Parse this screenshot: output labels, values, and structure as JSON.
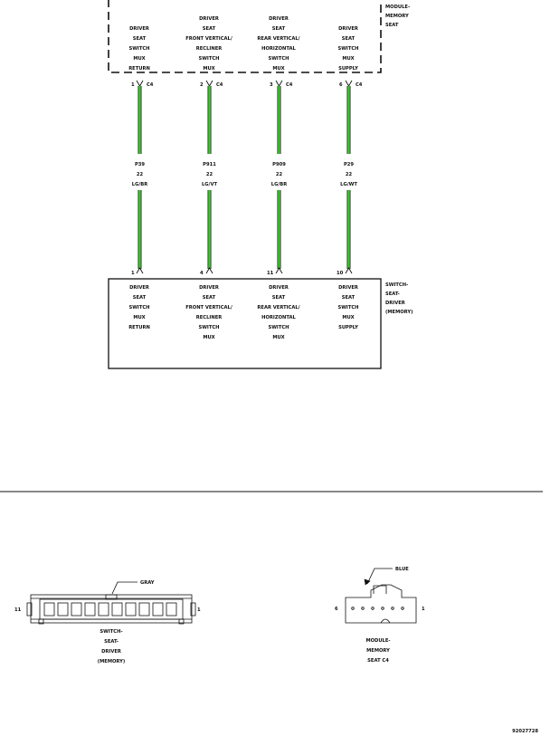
{
  "colors": {
    "wire": "#3ccd2c",
    "line": "#111111",
    "background": "#ffffff"
  },
  "module": {
    "name_lines": [
      "MODULE-",
      "MEMORY",
      "SEAT"
    ],
    "columns": [
      [
        "DRIVER",
        "SEAT",
        "SWITCH",
        "MUX",
        "RETURN"
      ],
      [
        "DRIVER",
        "SEAT",
        "FRONT VERTICAL/",
        "RECLINER",
        "SWITCH",
        "MUX"
      ],
      [
        "DRIVER",
        "SEAT",
        "REAR VERTICAL/",
        "HORIZONTAL",
        "SWITCH",
        "MUX"
      ],
      [
        "DRIVER",
        "SEAT",
        "SWITCH",
        "MUX",
        "SUPPLY"
      ]
    ],
    "pins": [
      {
        "pin": "1",
        "connector": "C4"
      },
      {
        "pin": "2",
        "connector": "C4"
      },
      {
        "pin": "3",
        "connector": "C4"
      },
      {
        "pin": "6",
        "connector": "C4"
      }
    ]
  },
  "wires": [
    {
      "circuit": "P39",
      "gauge": "22",
      "color": "LG/BR"
    },
    {
      "circuit": "P911",
      "gauge": "22",
      "color": "LG/VT"
    },
    {
      "circuit": "P909",
      "gauge": "22",
      "color": "LG/BR"
    },
    {
      "circuit": "P29",
      "gauge": "22",
      "color": "LG/WT"
    }
  ],
  "switch": {
    "name_lines": [
      "SWITCH-",
      "SEAT-",
      "DRIVER",
      "(MEMORY)"
    ],
    "columns": [
      [
        "DRIVER",
        "SEAT",
        "SWITCH",
        "MUX",
        "RETURN"
      ],
      [
        "DRIVER",
        "SEAT",
        "FRONT VERTICAL/",
        "RECLINER",
        "SWITCH",
        "MUX"
      ],
      [
        "DRIVER",
        "SEAT",
        "REAR VERTICAL/",
        "HORIZONTAL",
        "SWITCH",
        "MUX"
      ],
      [
        "DRIVER",
        "SEAT",
        "SWITCH",
        "MUX",
        "SUPPLY"
      ]
    ],
    "pins": [
      "1",
      "4",
      "11",
      "10"
    ]
  },
  "connector_views": {
    "switch_connector": {
      "color_label": "GRAY",
      "left_pin": "11",
      "right_pin": "1",
      "name_lines": [
        "SWITCH-",
        "SEAT-",
        "DRIVER",
        "(MEMORY)"
      ]
    },
    "module_connector": {
      "color_label": "BLUE",
      "left_pin": "6",
      "right_pin": "1",
      "name_lines": [
        "MODULE-",
        "MEMORY",
        "SEAT C4"
      ]
    }
  },
  "figure_id": "92027728"
}
